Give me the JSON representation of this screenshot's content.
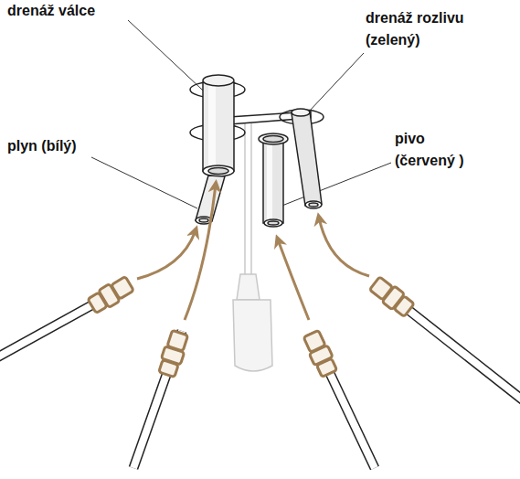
{
  "diagram": {
    "labels": [
      "drenáž válce",
      "drenáž rozlivu (zelený)",
      "plyn (bílý)",
      "pivo (červený )"
    ]
  }
}
